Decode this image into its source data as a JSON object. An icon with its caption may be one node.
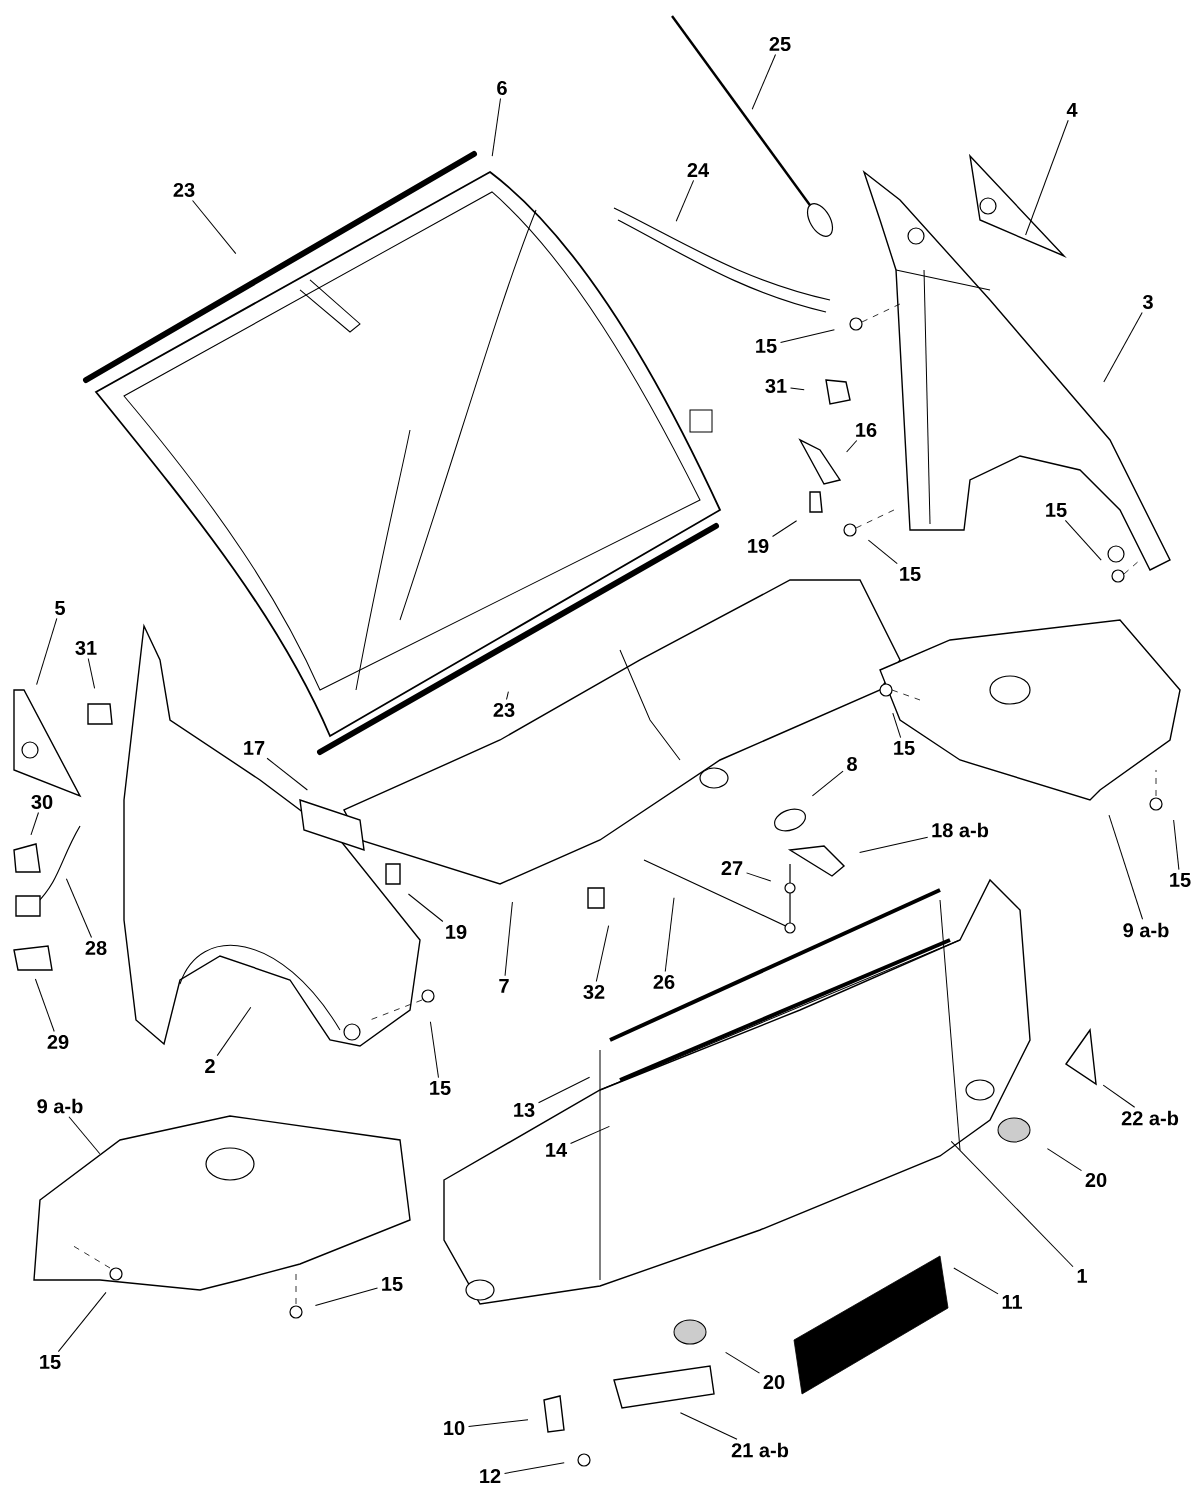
{
  "diagram": {
    "nodes": [
      {
        "text": [
          "25"
        ]
      },
      {
        "text": [
          "6"
        ]
      },
      {
        "text": [
          "23"
        ]
      },
      {
        "text": [
          "24"
        ]
      },
      {
        "text": [
          "4"
        ]
      },
      {
        "text": [
          "3"
        ]
      },
      {
        "text": [
          "15"
        ]
      },
      {
        "text": [
          "31"
        ]
      },
      {
        "text": [
          "16"
        ]
      },
      {
        "text": [
          "19"
        ]
      },
      {
        "text": [
          "15"
        ]
      },
      {
        "text": [
          "15"
        ]
      },
      {
        "text": [
          "23"
        ]
      },
      {
        "text": [
          "5"
        ]
      },
      {
        "text": [
          "31"
        ]
      },
      {
        "text": [
          "17"
        ]
      },
      {
        "text": [
          "30"
        ]
      },
      {
        "text": [
          "28"
        ]
      },
      {
        "text": [
          "29"
        ]
      },
      {
        "text": [
          "19"
        ]
      },
      {
        "text": [
          "7"
        ]
      },
      {
        "text": [
          "2"
        ]
      },
      {
        "text": [
          "15"
        ]
      },
      {
        "text": [
          "8"
        ]
      },
      {
        "text": [
          "18 a-b"
        ]
      },
      {
        "text": [
          "27"
        ]
      },
      {
        "text": [
          "26"
        ]
      },
      {
        "text": [
          "32"
        ]
      },
      {
        "text": [
          "15"
        ]
      },
      {
        "text": [
          "15"
        ]
      },
      {
        "text": [
          "9 a-b"
        ]
      },
      {
        "text": [
          "13"
        ]
      },
      {
        "text": [
          "14"
        ]
      },
      {
        "text": [
          "9 a-b"
        ]
      },
      {
        "text": [
          "15"
        ]
      },
      {
        "text": [
          "15"
        ]
      },
      {
        "text": [
          "22 a-b"
        ]
      },
      {
        "text": [
          "20"
        ]
      },
      {
        "text": [
          "1"
        ]
      },
      {
        "text": [
          "11"
        ]
      },
      {
        "text": [
          "20"
        ]
      },
      {
        "text": [
          "21 a-b"
        ]
      },
      {
        "text": [
          "10"
        ]
      },
      {
        "text": [
          "12"
        ]
      }
    ],
    "edges": [
      {
        "from": 0,
        "to": null,
        "arrow": "none"
      },
      {
        "from": 1,
        "to": null,
        "arrow": "none"
      },
      {
        "from": 2,
        "to": null,
        "arrow": "none"
      },
      {
        "from": 3,
        "to": null,
        "arrow": "none"
      },
      {
        "from": 4,
        "to": null,
        "arrow": "none"
      },
      {
        "from": 5,
        "to": null,
        "arrow": "none"
      },
      {
        "from": 6,
        "to": null,
        "arrow": "none"
      },
      {
        "from": 7,
        "to": null,
        "arrow": "none"
      },
      {
        "from": 8,
        "to": null,
        "arrow": "none"
      },
      {
        "from": 9,
        "to": null,
        "arrow": "none"
      },
      {
        "from": 10,
        "to": null,
        "arrow": "none"
      },
      {
        "from": 11,
        "to": null,
        "arrow": "none"
      },
      {
        "from": 12,
        "to": null,
        "arrow": "none"
      },
      {
        "from": 13,
        "to": null,
        "arrow": "none"
      },
      {
        "from": 14,
        "to": null,
        "arrow": "none"
      },
      {
        "from": 15,
        "to": null,
        "arrow": "none"
      },
      {
        "from": 16,
        "to": null,
        "arrow": "none"
      },
      {
        "from": 17,
        "to": null,
        "arrow": "none"
      },
      {
        "from": 18,
        "to": null,
        "arrow": "none"
      },
      {
        "from": 19,
        "to": null,
        "arrow": "none"
      },
      {
        "from": 20,
        "to": null,
        "arrow": "none"
      },
      {
        "from": 21,
        "to": null,
        "arrow": "none"
      },
      {
        "from": 22,
        "to": null,
        "arrow": "none"
      },
      {
        "from": 23,
        "to": null,
        "arrow": "none"
      },
      {
        "from": 24,
        "to": null,
        "arrow": "none"
      },
      {
        "from": 25,
        "to": null,
        "arrow": "none"
      },
      {
        "from": 26,
        "to": null,
        "arrow": "none"
      },
      {
        "from": 27,
        "to": null,
        "arrow": "none"
      },
      {
        "from": 28,
        "to": null,
        "arrow": "none"
      },
      {
        "from": 29,
        "to": null,
        "arrow": "none"
      },
      {
        "from": 30,
        "to": null,
        "arrow": "none"
      },
      {
        "from": 31,
        "to": null,
        "arrow": "none"
      },
      {
        "from": 32,
        "to": null,
        "arrow": "none"
      },
      {
        "from": 33,
        "to": null,
        "arrow": "none"
      },
      {
        "from": 34,
        "to": null,
        "arrow": "none"
      },
      {
        "from": 35,
        "to": null,
        "arrow": "none"
      },
      {
        "from": 36,
        "to": null,
        "arrow": "none"
      },
      {
        "from": 37,
        "to": null,
        "arrow": "none"
      },
      {
        "from": 38,
        "to": null,
        "arrow": "none"
      },
      {
        "from": 39,
        "to": null,
        "arrow": "none"
      },
      {
        "from": 40,
        "to": null,
        "arrow": "none"
      },
      {
        "from": 41,
        "to": null,
        "arrow": "none"
      },
      {
        "from": 42,
        "to": null,
        "arrow": "none"
      },
      {
        "from": 43,
        "to": null,
        "arrow": "none"
      }
    ]
  }
}
